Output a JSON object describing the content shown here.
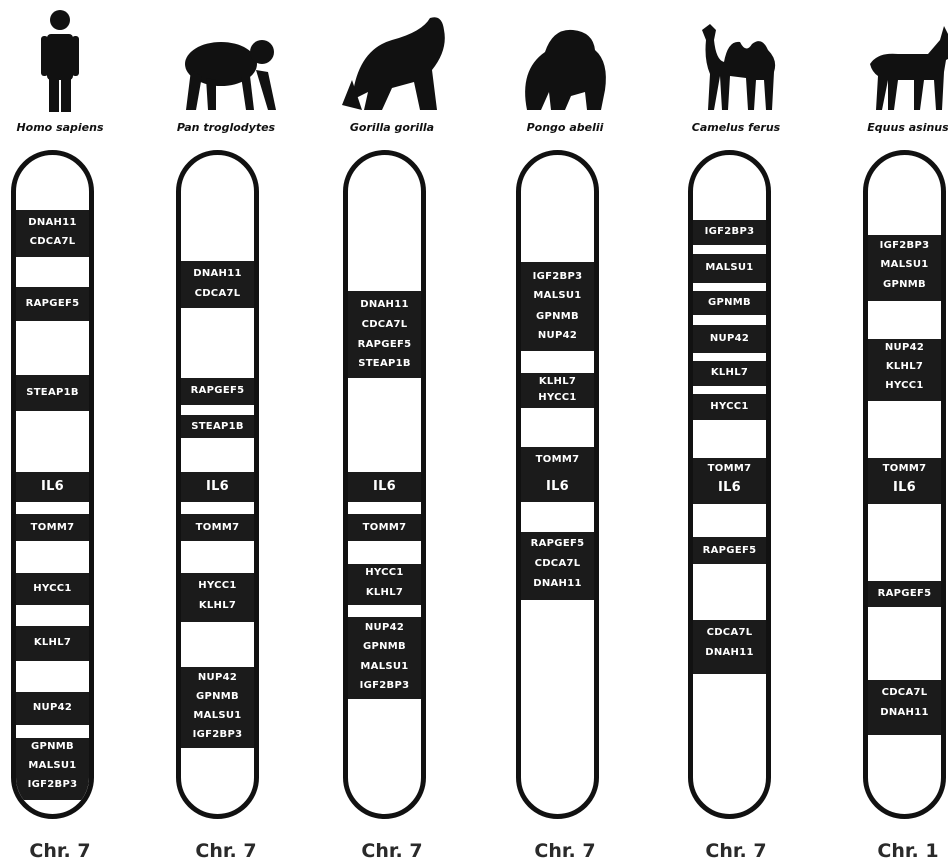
{
  "colors": {
    "band": "#1b1b1b",
    "outline": "#111111",
    "gene_text": "#ffffff"
  },
  "chromosomes": [
    {
      "species": "Homo sapiens",
      "icon": "human-silhouette-icon",
      "label": "Chr. 7",
      "genes": [
        "DNAH11",
        "CDCA7L",
        "RAPGEF5",
        "STEAP1B",
        "IL6",
        "TOMM7",
        "HYCC1",
        "KLHL7",
        "NUP42",
        "GPNMB",
        "MALSU1",
        "IGF2BP3"
      ]
    },
    {
      "species": "Pan troglodytes",
      "icon": "chimpanzee-silhouette-icon",
      "label": "Chr. 7",
      "genes": [
        "DNAH11",
        "CDCA7L",
        "RAPGEF5",
        "STEAP1B",
        "IL6",
        "TOMM7",
        "HYCC1",
        "KLHL7",
        "NUP42",
        "GPNMB",
        "MALSU1",
        "IGF2BP3"
      ]
    },
    {
      "species": "Gorilla gorilla",
      "icon": "gorilla-silhouette-icon",
      "label": "Chr. 7",
      "genes": [
        "DNAH11",
        "CDCA7L",
        "RAPGEF5",
        "STEAP1B",
        "IL6",
        "TOMM7",
        "HYCC1",
        "KLHL7",
        "NUP42",
        "GPNMB",
        "MALSU1",
        "IGF2BP3"
      ]
    },
    {
      "species": "Pongo abelii",
      "icon": "orangutan-silhouette-icon",
      "label": "Chr. 7",
      "genes": [
        "IGF2BP3",
        "MALSU1",
        "GPNMB",
        "NUP42",
        "KLHL7",
        "HYCC1",
        "TOMM7",
        "IL6",
        "RAPGEF5",
        "CDCA7L",
        "DNAH11"
      ]
    },
    {
      "species": "Camelus ferus",
      "icon": "camel-silhouette-icon",
      "label": "Chr. 7",
      "genes": [
        "IGF2BP3",
        "MALSU1",
        "GPNMB",
        "NUP42",
        "KLHL7",
        "HYCC1",
        "TOMM7",
        "IL6",
        "RAPGEF5",
        "CDCA7L",
        "DNAH11"
      ]
    },
    {
      "species": "Equus asinus",
      "icon": "donkey-silhouette-icon",
      "label": "Chr. 1",
      "genes": [
        "IGF2BP3",
        "MALSU1",
        "GPNMB",
        "NUP42",
        "KLHL7",
        "HYCC1",
        "TOMM7",
        "IL6",
        "RAPGEF5",
        "CDCA7L",
        "DNAH11"
      ]
    }
  ]
}
